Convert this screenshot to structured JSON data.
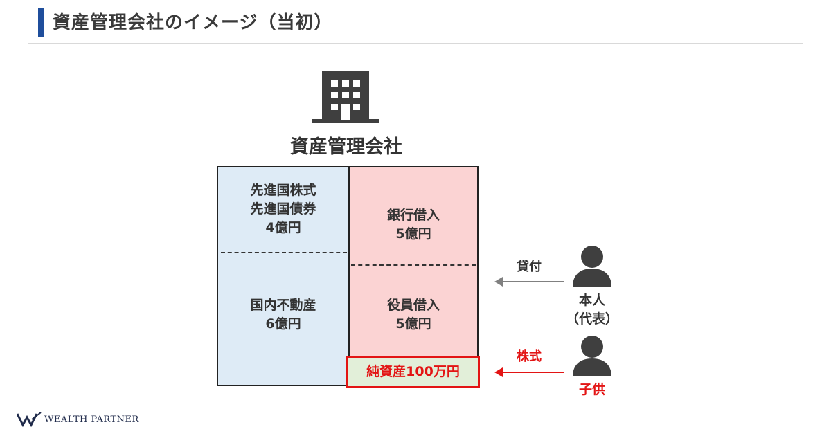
{
  "header": {
    "title": "資産管理会社のイメージ（当初）"
  },
  "company": {
    "icon": "building-icon",
    "name": "資産管理会社"
  },
  "balance_sheet": {
    "assets": [
      {
        "lines": [
          "先進国株式",
          "先進国債券",
          "4億円"
        ]
      },
      {
        "lines": [
          "国内不動産",
          "6億円"
        ]
      }
    ],
    "liabilities": [
      {
        "lines": [
          "銀行借入",
          "5億円"
        ]
      },
      {
        "lines": [
          "役員借入",
          "5億円"
        ]
      }
    ],
    "net_assets": "純資産100万円"
  },
  "flows": {
    "loan_label": "貸付",
    "equity_label": "株式"
  },
  "persons": {
    "principal": {
      "icon": "person-icon",
      "lines": [
        "本人",
        "（代表）"
      ]
    },
    "child": {
      "icon": "person-icon",
      "label": "子供"
    }
  },
  "brand": {
    "name": "WEALTH PARTNER",
    "icon": "wealth-partner-logo-icon"
  },
  "colors": {
    "accent": "#1f4e9c",
    "assets_fill": "#deebf6",
    "liabilities_fill": "#fbd3d3",
    "net_assets_fill": "#e2efd9",
    "highlight_red": "#e31414",
    "icon_dark": "#3f3f3f"
  }
}
